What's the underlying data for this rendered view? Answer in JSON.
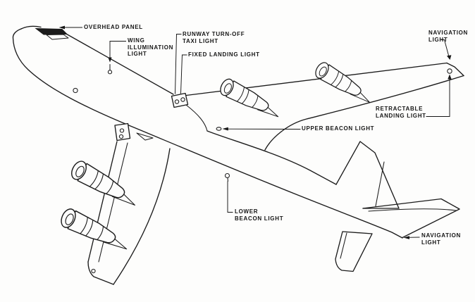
{
  "diagram": {
    "subject": "four-engine jet airliner exterior lighting locations",
    "background_color": "#fdfdfc",
    "line_color": "#1b1b1b",
    "callouts": [
      {
        "id": "overhead-panel",
        "text": "OVERHEAD PANEL"
      },
      {
        "id": "wing-illumination-light",
        "text": "WING\nILLUMINATION\nLIGHT"
      },
      {
        "id": "runway-turnoff-taxi-light",
        "text": "RUNWAY TURN-OFF\nTAXI LIGHT"
      },
      {
        "id": "fixed-landing-light",
        "text": "FIXED LANDING LIGHT"
      },
      {
        "id": "navigation-light-wing",
        "text": "NAVIGATION\nLIGHT"
      },
      {
        "id": "retractable-landing-light",
        "text": "RETRACTABLE\nLANDING LIGHT"
      },
      {
        "id": "upper-beacon-light",
        "text": "UPPER BEACON LIGHT"
      },
      {
        "id": "lower-beacon-light",
        "text": "LOWER\nBEACON LIGHT"
      },
      {
        "id": "navigation-light-tail",
        "text": "NAVIGATION\nLIGHT"
      }
    ]
  }
}
